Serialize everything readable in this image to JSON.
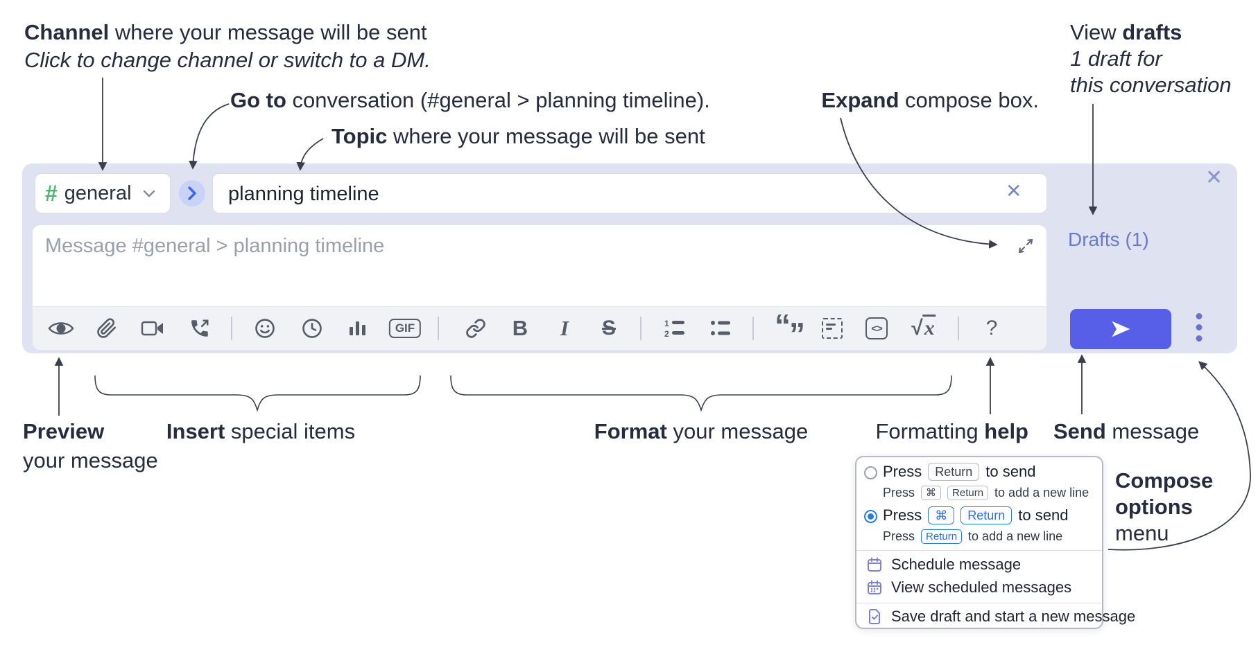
{
  "annotations": {
    "channel_line1_bold": "Channel",
    "channel_line1_rest": " where your message will be sent",
    "channel_line2": "Click to change channel or switch to a DM.",
    "goto_bold": "Go to",
    "goto_rest": " conversation (#general > planning timeline).",
    "topic_bold": "Topic",
    "topic_rest": " where your message will be sent",
    "expand_bold": "Expand",
    "expand_rest": " compose box.",
    "drafts_line1_normal": "View ",
    "drafts_line1_bold": "drafts",
    "drafts_line2": "1 draft for",
    "drafts_line3": "this conversation",
    "preview_bold": "Preview",
    "preview_line2": "your message",
    "insert_bold": "Insert",
    "insert_rest": " special items",
    "format_bold": "Format",
    "format_rest": " your message",
    "help_normal": "Formatting ",
    "help_bold": "help",
    "send_bold": "Send",
    "send_rest": " message",
    "options_line1": "Compose",
    "options_line2": "options",
    "options_line3": "menu"
  },
  "compose": {
    "channel_hash": "#",
    "channel_name": "general",
    "topic_value": "planning timeline",
    "message_placeholder": "Message #general > planning timeline",
    "drafts_link": "Drafts (1)",
    "close_x": "✕",
    "clear_x": "✕"
  },
  "toolbar": {
    "gif": "GIF",
    "bold": "B",
    "italic": "I",
    "strike": "S",
    "ol_digit1": "1",
    "ol_digit2": "2",
    "quote_open": "“",
    "quote_close": "”",
    "code_glyph": "<>",
    "sqrt": "√",
    "math_x": "x",
    "help": "?"
  },
  "menu": {
    "opt1_press": "Press",
    "opt1_key": "Return",
    "opt1_suffix": "to send",
    "opt1_sub_press": "Press",
    "opt1_sub_key1": "⌘",
    "opt1_sub_key2": "Return",
    "opt1_sub_suffix": "to add a new line",
    "opt2_press": "Press",
    "opt2_key1": "⌘",
    "opt2_key2": "Return",
    "opt2_suffix": "to send",
    "opt2_sub_press": "Press",
    "opt2_sub_key": "Return",
    "opt2_sub_suffix": "to add a new line",
    "item_schedule": "Schedule message",
    "item_view_scheduled": "View scheduled messages",
    "item_save_draft": "Save draft and start a new message"
  },
  "colors": {
    "container_bg": "#dfe2f1",
    "send_button_blue": "#575fe8",
    "hash_green": "#50b56f",
    "goto_chevron_blue": "#3c63f2",
    "drafts_purple": "#6b79c8",
    "radio_selected_blue": "#2b7ce2",
    "menu_icon_purple": "#7b81d4",
    "annotation_text": "#262c3d"
  }
}
